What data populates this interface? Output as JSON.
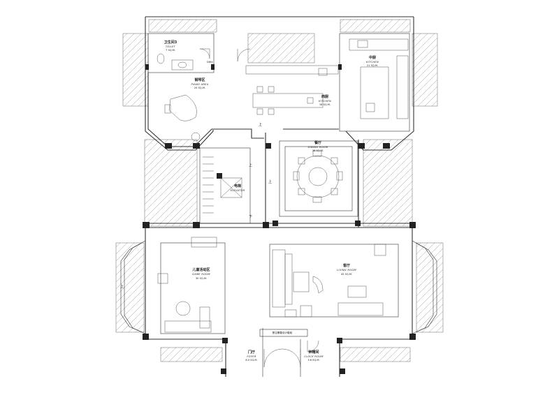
{
  "rooms": [
    {
      "id": "toilet",
      "cn": "卫生间3",
      "en": "TOILET",
      "area": "7 SQ.M."
    },
    {
      "id": "piano",
      "cn": "钢琴区",
      "en": "PIANO AREA",
      "area": "25 SQ.M."
    },
    {
      "id": "kitchen-w",
      "cn": "西厨",
      "en": "KITCHEN",
      "area": "16 SQ.M."
    },
    {
      "id": "kitchen-c",
      "cn": "中厨",
      "en": "KITCHEN",
      "area": "21 SQ.M."
    },
    {
      "id": "elevator",
      "cn": "电梯",
      "en": "ELEVATOR",
      "area": ""
    },
    {
      "id": "dining",
      "cn": "餐厅",
      "en": "DINING ROOM",
      "area": "36 SQ.M."
    },
    {
      "id": "game",
      "cn": "儿童活动区",
      "en": "GAME ROOM",
      "area": "30 SQ.M."
    },
    {
      "id": "living",
      "cn": "客厅",
      "en": "LIVING ROOM",
      "area": "45 SQ.M."
    },
    {
      "id": "foyer",
      "cn": "门厅",
      "en": "FOYER",
      "area": "8.0 SQ.M."
    },
    {
      "id": "clock",
      "cn": "钟帽间",
      "en": "CLOCK ROOM",
      "area": "3.6 SQ.M."
    }
  ],
  "annotations": {
    "stair_up": "上",
    "stair_down": "下",
    "up_dining": "上",
    "up_game": "上",
    "top_up": "上",
    "storage_note": "是否需要设计鞋柜",
    "door_tag": "DW4"
  }
}
